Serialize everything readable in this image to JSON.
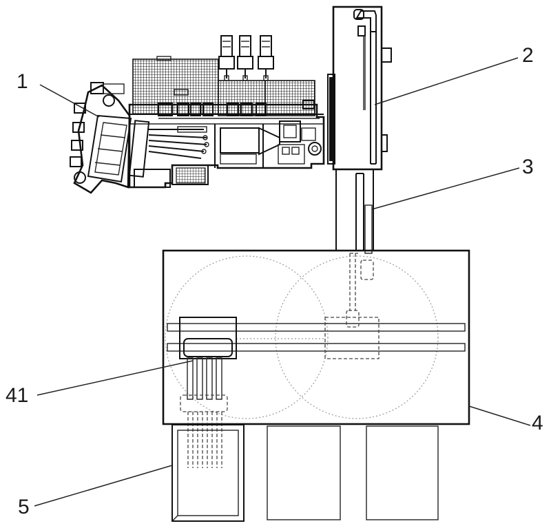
{
  "figure": {
    "labels": {
      "l1": "1",
      "l2": "2",
      "l3": "3",
      "l4": "4",
      "l41": "41",
      "l5": "5"
    }
  }
}
